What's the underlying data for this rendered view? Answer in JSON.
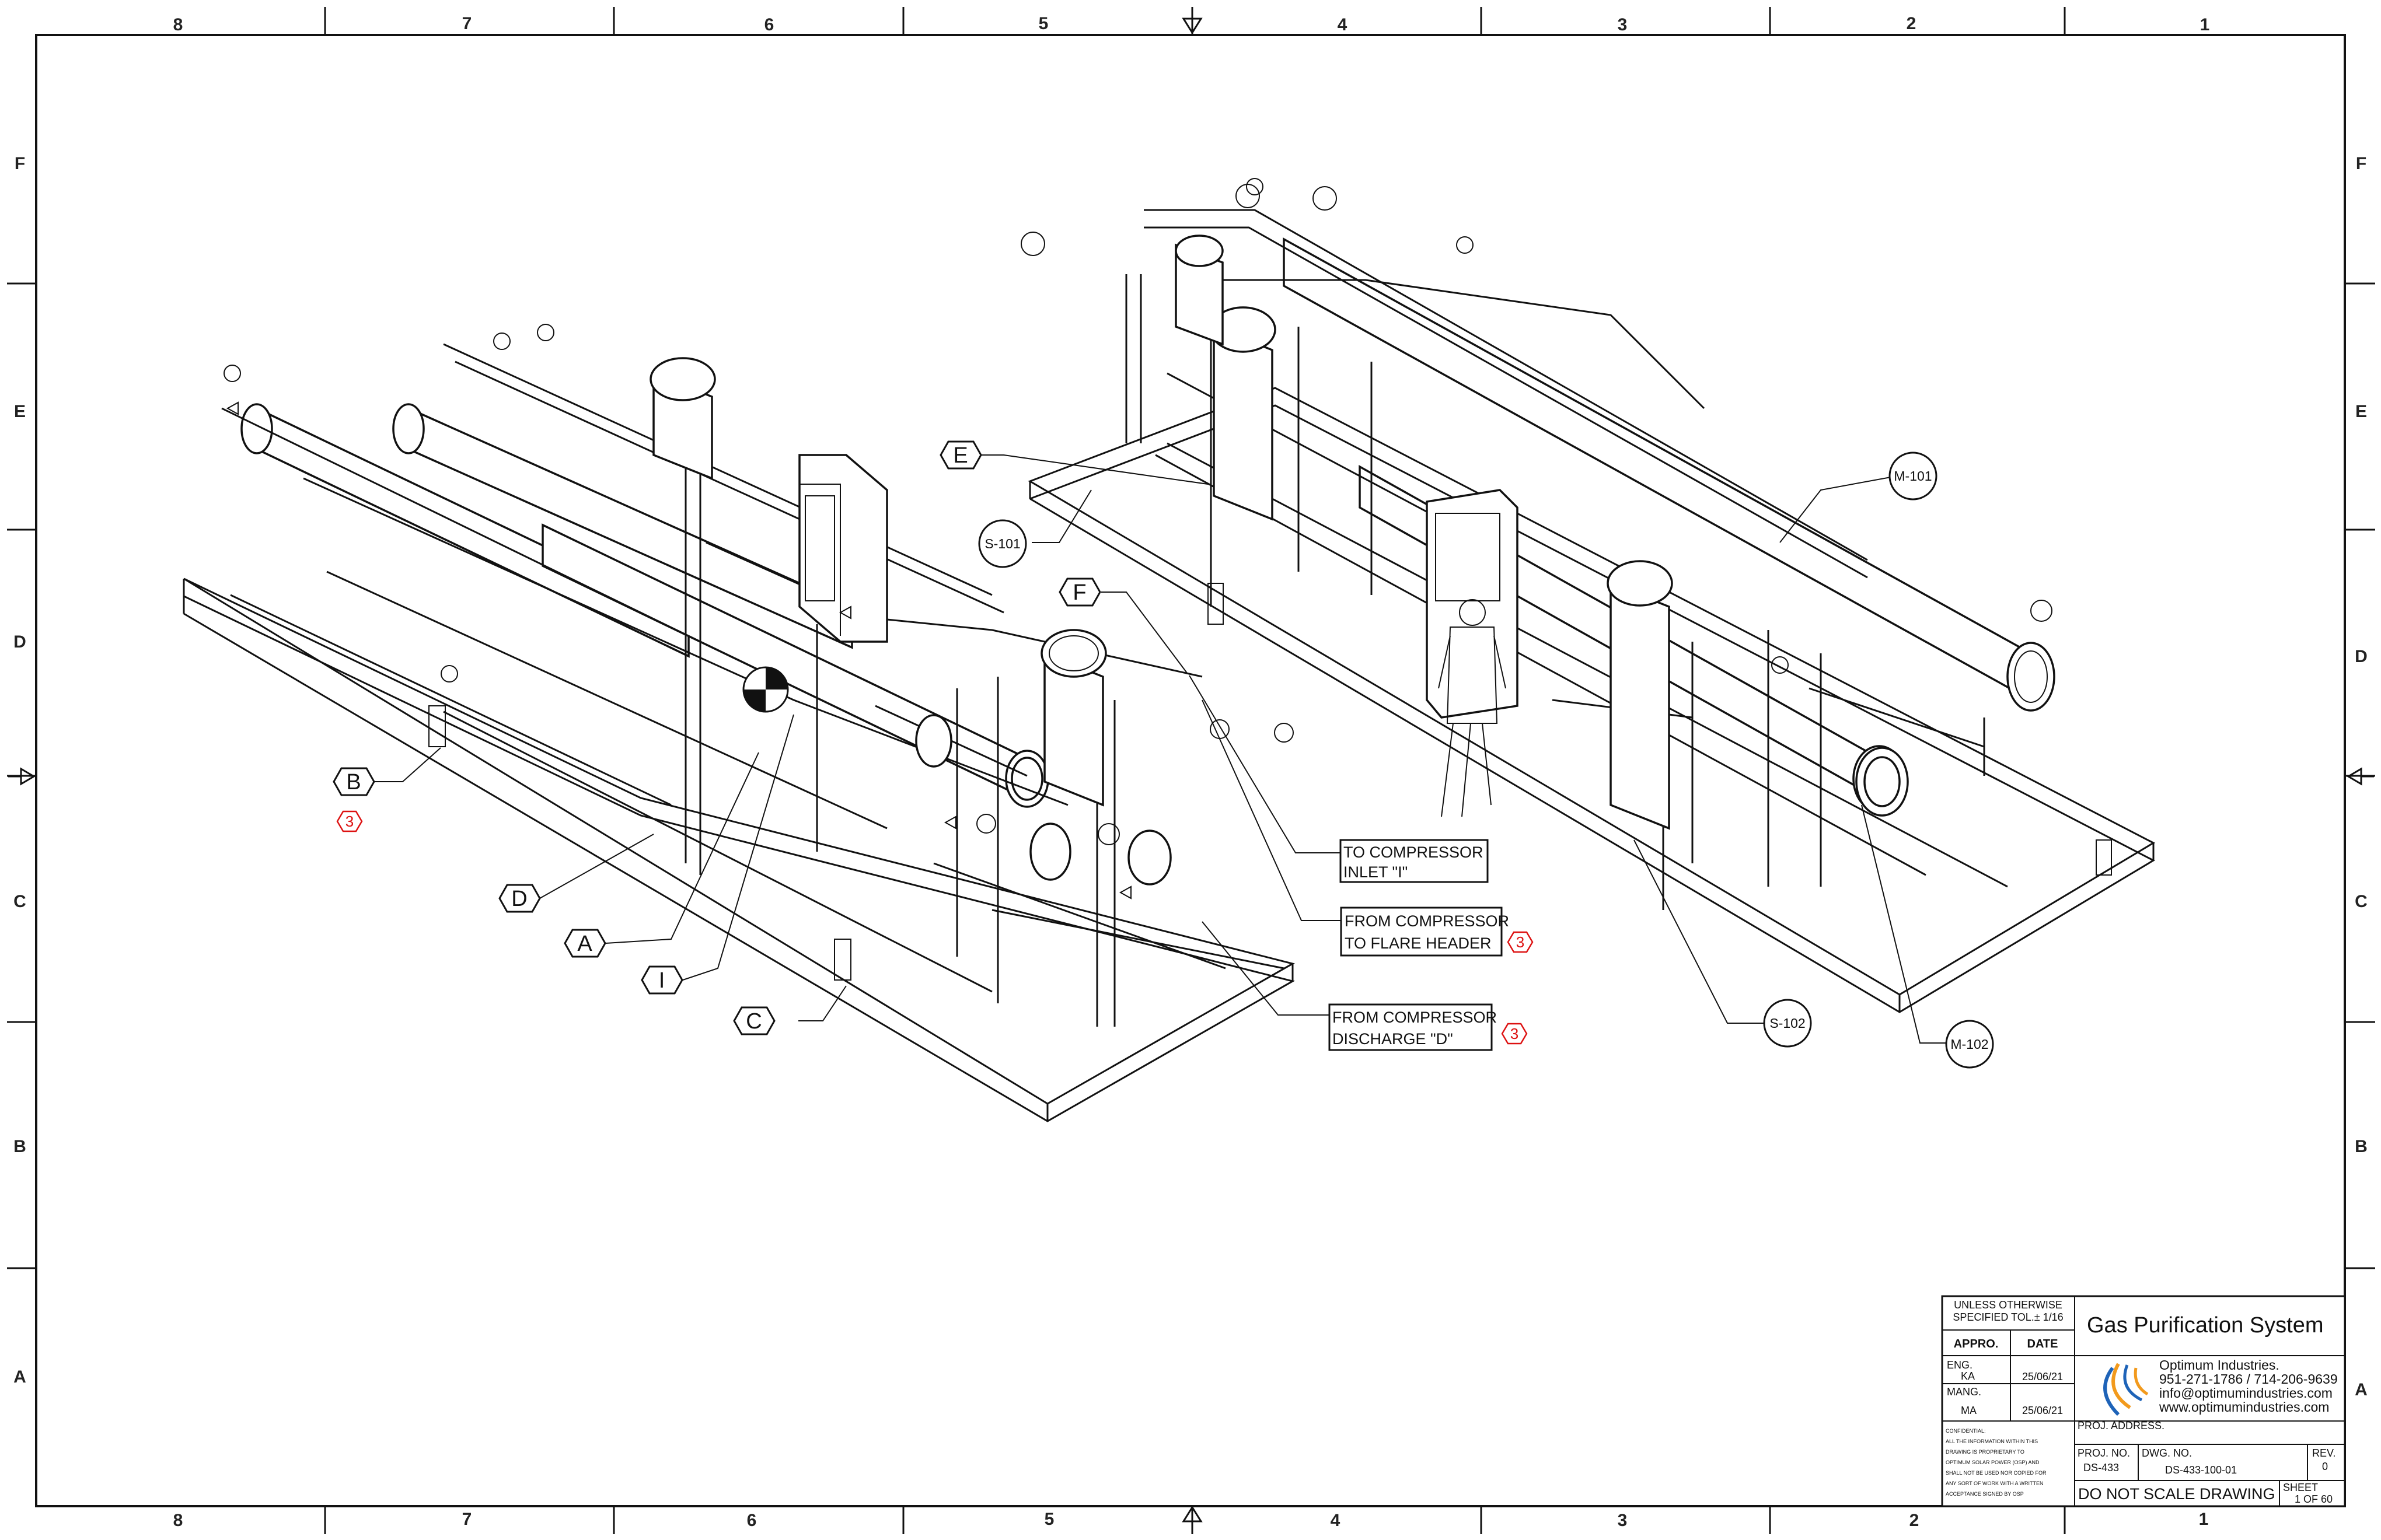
{
  "border": {
    "top_columns": [
      "8",
      "7",
      "6",
      "5",
      "4",
      "3",
      "2",
      "1"
    ],
    "bottom_columns": [
      "8",
      "7",
      "6",
      "5",
      "4",
      "3",
      "2",
      "1"
    ],
    "left_rows": [
      "F",
      "E",
      "D",
      "C",
      "B",
      "A"
    ],
    "right_rows": [
      "F",
      "E",
      "D",
      "C",
      "B",
      "A"
    ]
  },
  "callouts": {
    "A": "A",
    "B": "B",
    "C": "C",
    "D": "D",
    "E": "E",
    "F": "F",
    "I": "I"
  },
  "equipment_tags": {
    "m101": "M-101",
    "m102": "M-102",
    "s101": "S-101",
    "s102": "S-102"
  },
  "notes": {
    "to_comp_1": "TO COMPRESSOR",
    "to_comp_2": "INLET \"I\"",
    "flare_1": "FROM COMPRESSOR",
    "flare_2": "TO FLARE HEADER",
    "discharge_1": "FROM COMPRESSOR",
    "discharge_2": "DISCHARGE \"D\""
  },
  "revision_marks": {
    "b": "3",
    "flare": "3",
    "discharge": "3"
  },
  "title_block": {
    "tolerance_1": "UNLESS OTHERWISE",
    "tolerance_2": "SPECIFIED TOL.± 1/16",
    "appro": "APPRO.",
    "date_hdr": "DATE",
    "eng_label": "ENG.",
    "eng_initials": "KA",
    "eng_date": "25/06/21",
    "mang_label": "MANG.",
    "mang_initials": "MA",
    "mang_date": "25/06/21",
    "title": "Gas Purification System",
    "company": "Optimum Industries.",
    "phone": "951-271-1786 / 714-206-9639",
    "email": "info@optimumindustries.com",
    "web": "www.optimumindustries.com",
    "proj_address": "PROJ. ADDRESS.",
    "confidential": [
      "CONFIDENTIAL:",
      "ALL THE INFORMATION WITHIN THIS",
      "DRAWING IS PROPRIETARY TO",
      "OPTIMUM SOLAR POWER (OSP) AND",
      "SHALL NOT BE USED NOR COPIED FOR",
      "ANY SORT OF WORK WITH A WRITTEN",
      "ACCEPTANCE SIGNED BY OSP"
    ],
    "proj_no_label": "PROJ. NO.",
    "proj_no": "DS-433",
    "dwg_no_label": "DWG. NO.",
    "dwg_no": "DS-433-100-01",
    "rev_label": "REV.",
    "rev": "0",
    "dns": "DO NOT SCALE DRAWING",
    "sheet_label": "SHEET",
    "sheet": "1 OF 60"
  },
  "colors": {
    "line": "#111111",
    "revision": "#dd1111",
    "logo_blue": "#1e63b8",
    "logo_orange": "#f29a1d"
  },
  "icons": {
    "logo": "optimum-swirl-logo",
    "revision_mark": "hexagon-revision-icon",
    "direction_arrow": "triangle-arrow-icon"
  }
}
